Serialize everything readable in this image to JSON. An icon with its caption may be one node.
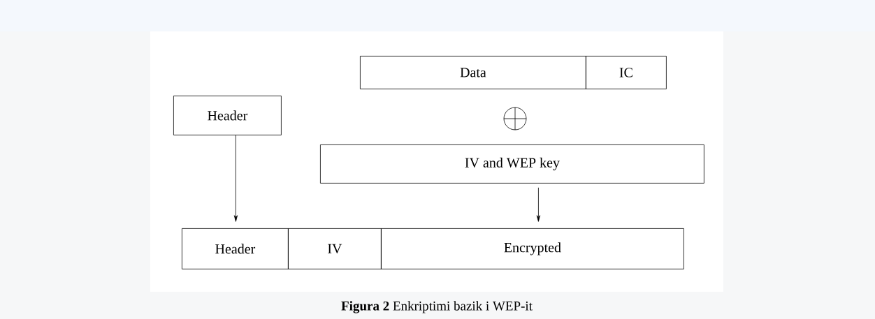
{
  "diagram": {
    "caption": "**Figura 2** Enkriptimi bazik i WEP-it",
    "nodes": [
      {
        "text": [
          "Data"
        ]
      },
      {
        "text": [
          "IC"
        ]
      },
      {
        "text": [
          "Header"
        ]
      },
      {
        "text": [
          "IV and WEP key"
        ]
      },
      {
        "text": [
          "Header"
        ]
      },
      {
        "text": [
          "IV"
        ]
      },
      {
        "text": [
          "Encrypted"
        ]
      }
    ],
    "edges": [
      {
        "from": 2,
        "to": 4,
        "arrow": "to"
      },
      {
        "from": 3,
        "to": 6,
        "arrow": "to"
      }
    ]
  }
}
